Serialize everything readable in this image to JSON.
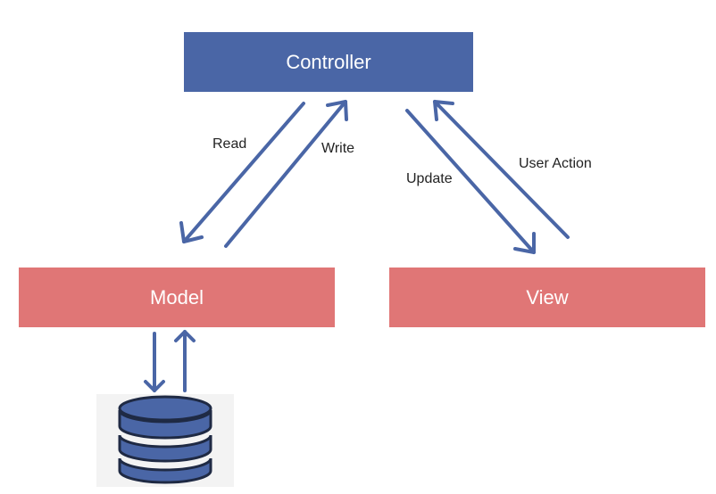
{
  "nodes": {
    "controller": "Controller",
    "model": "Model",
    "view": "View"
  },
  "edges": {
    "read": "Read",
    "write": "Write",
    "update": "Update",
    "user_action": "User Action"
  },
  "colors": {
    "controller": "#4a66a6",
    "model": "#e07676",
    "view": "#e07676",
    "arrow": "#4a66a6",
    "database": "#4a66a6"
  },
  "icons": {
    "database": "database-icon"
  }
}
